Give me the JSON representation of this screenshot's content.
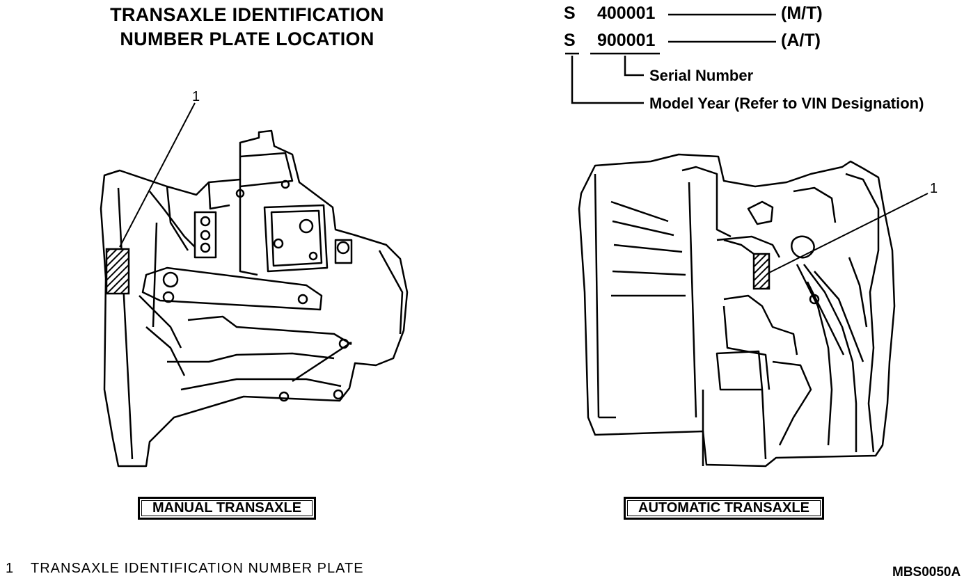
{
  "title": {
    "line1": "TRANSAXLE IDENTIFICATION",
    "line2": "NUMBER PLATE LOCATION"
  },
  "serial_codes": [
    {
      "prefix": "S",
      "number": "400001",
      "type": "(M/T)"
    },
    {
      "prefix": "S",
      "number": "900001",
      "type": "(A/T)"
    }
  ],
  "code_legend": {
    "serial": "Serial Number",
    "model_year": "Model Year (Refer to VIN Designation)"
  },
  "manual": {
    "label": "MANUAL TRANSAXLE",
    "callout": "1"
  },
  "automatic": {
    "label": "AUTOMATIC TRANSAXLE",
    "callout": "1"
  },
  "footnote": {
    "number": "1",
    "text": "TRANSAXLE IDENTIFICATION NUMBER PLATE"
  },
  "figure_id": "MBS0050A"
}
